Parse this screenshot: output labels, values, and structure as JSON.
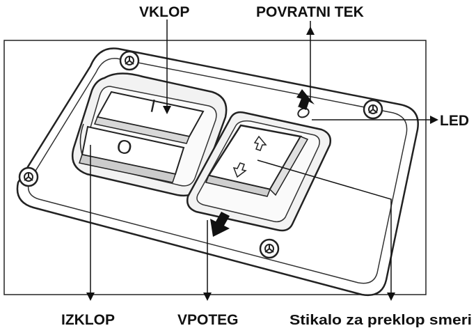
{
  "labels": {
    "on": "VKLOP",
    "reverse": "POVRATNI TEK",
    "led": "LED",
    "off": "IZKLOP",
    "pull": "VPOTEG",
    "direction_switch": "Stikalo za preklop smeri"
  },
  "switch_symbols": {
    "on": "I",
    "off": "O"
  },
  "icons": [
    "screw-icon",
    "arrow-up-icon",
    "arrow-down-icon"
  ]
}
